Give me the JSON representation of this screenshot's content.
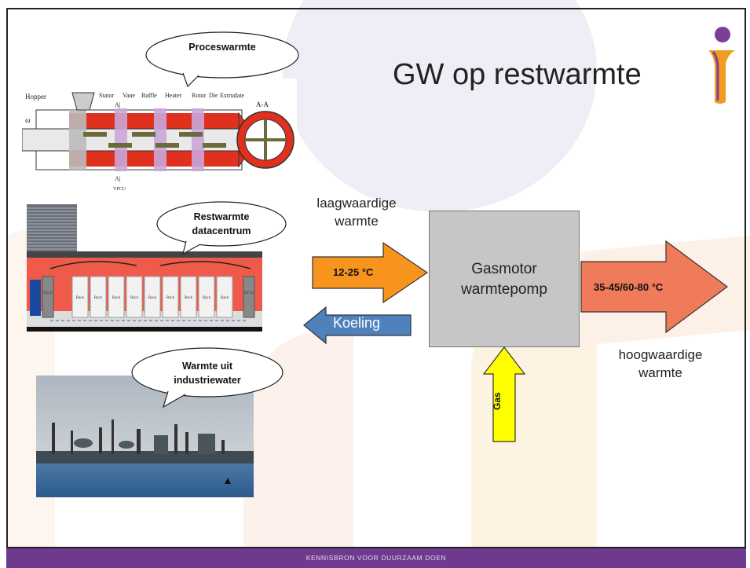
{
  "slide": {
    "title": "GW op restwarmte",
    "footer": "KENNISBRON VOOR DUURZAAM DOEN"
  },
  "bubbles": {
    "process": "Proceswarmte",
    "datacenter": "Restwarmte datacentrum",
    "industry": "Warmte uit industriewater"
  },
  "labels": {
    "low_grade": "laagwaardige warmte",
    "high_grade": "hoogwaardige warmte"
  },
  "arrows": {
    "input_temp": "12-25 °C",
    "cooling": "Koeling",
    "output_temp": "35-45/60-80 °C",
    "gas": "Gas"
  },
  "box": {
    "line1": "Gasmotor",
    "line2": "warmtepomp"
  },
  "extruder": {
    "labels": [
      "Hopper",
      "Stator",
      "Vane",
      "Baffle",
      "Heater",
      "Rotor",
      "Die",
      "Extrudate"
    ],
    "section": "A-A",
    "a_top": "A|",
    "a_bottom": "A|",
    "vpcu": "VPCU",
    "omega": "ω"
  },
  "datacenter": {
    "rack_label": "Rack",
    "rack_count": 9,
    "ccu_label": "CC U"
  },
  "colors": {
    "orange_arrow": "#f7941d",
    "blue_arrow": "#4f81bd",
    "salmon_arrow": "#f07b5a",
    "yellow_arrow": "#ffff00",
    "footer": "#6e3a8e",
    "box": "#c6c6c6"
  }
}
